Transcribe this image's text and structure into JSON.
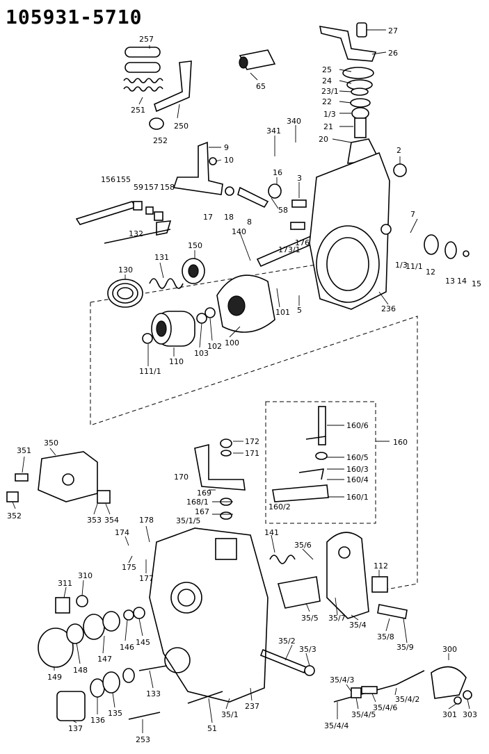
{
  "title": "105931-5710",
  "labels": {
    "p27": "27",
    "p26": "26",
    "p25": "25",
    "p24": "24",
    "p23_1": "23/1",
    "p22": "22",
    "p1_3a": "1/3",
    "p21": "21",
    "p20": "20",
    "p2": "2",
    "p340": "340",
    "p341": "341",
    "p257": "257",
    "p65": "65",
    "p251": "251",
    "p250": "250",
    "p252": "252",
    "p9": "9",
    "p10": "10",
    "p17": "17",
    "p18": "18",
    "p8": "8",
    "p58": "58",
    "p16": "16",
    "p3": "3",
    "p156": "156",
    "p155": "155",
    "p59": "59",
    "p157": "157",
    "p158": "158",
    "p132": "132",
    "p140": "140",
    "p150": "150",
    "p131": "131",
    "p130": "130",
    "p173_1": "173/1",
    "p176": "176",
    "p7": "7",
    "p1_3b": "1/3",
    "p11_1": "11/1",
    "p12": "12",
    "p13": "13",
    "p14": "14",
    "p15": "15",
    "p101": "101",
    "p5": "5",
    "p236": "236",
    "p100": "100",
    "p102": "102",
    "p103": "103",
    "p110": "110",
    "p111_1": "111/1",
    "p160_6": "160/6",
    "p160": "160",
    "p160_5": "160/5",
    "p160_3": "160/3",
    "p160_4": "160/4",
    "p160_1": "160/1",
    "p160_2": "160/2",
    "p172": "172",
    "p171": "171",
    "p170": "170",
    "p169": "169",
    "p168_1": "168/1",
    "p167": "167",
    "p35_1_5": "35/1/5",
    "p351": "351",
    "p350": "350",
    "p352": "352",
    "p353": "353",
    "p354": "354",
    "p178": "178",
    "p174": "174",
    "p175": "175",
    "p177": "177",
    "p141": "141",
    "p35_6": "35/6",
    "p112": "112",
    "p311": "311",
    "p310": "310",
    "p145": "145",
    "p146": "146",
    "p147": "147",
    "p148": "148",
    "p149": "149",
    "p35_5": "35/5",
    "p35_7": "35/7",
    "p35_4": "35/4",
    "p35_8": "35/8",
    "p35_9": "35/9",
    "p35_2": "35/2",
    "p35_3": "35/3",
    "p300": "300",
    "p133": "133",
    "p136": "136",
    "p135": "135",
    "p137": "137",
    "p253": "253",
    "p51": "51",
    "p35_1": "35/1",
    "p237": "237",
    "p35_4_3": "35/4/3",
    "p35_4_2": "35/4/2",
    "p35_4_6": "35/4/6",
    "p35_4_5": "35/4/5",
    "p35_4_4": "35/4/4",
    "p301": "301",
    "p303": "303"
  }
}
